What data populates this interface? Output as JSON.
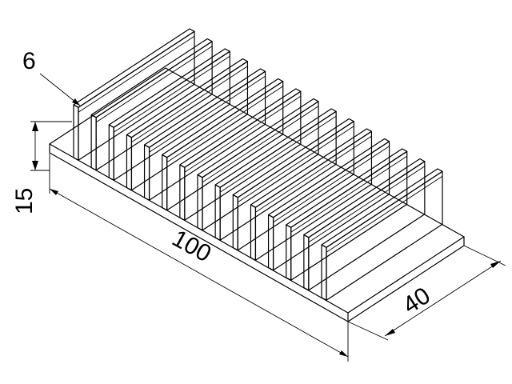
{
  "drawing": {
    "subject": "heatsink-isometric",
    "fin_count": 15,
    "dimensions": {
      "fin_thickness_label": "6",
      "height_label": "15",
      "length_label": "100",
      "width_label": "40"
    }
  }
}
